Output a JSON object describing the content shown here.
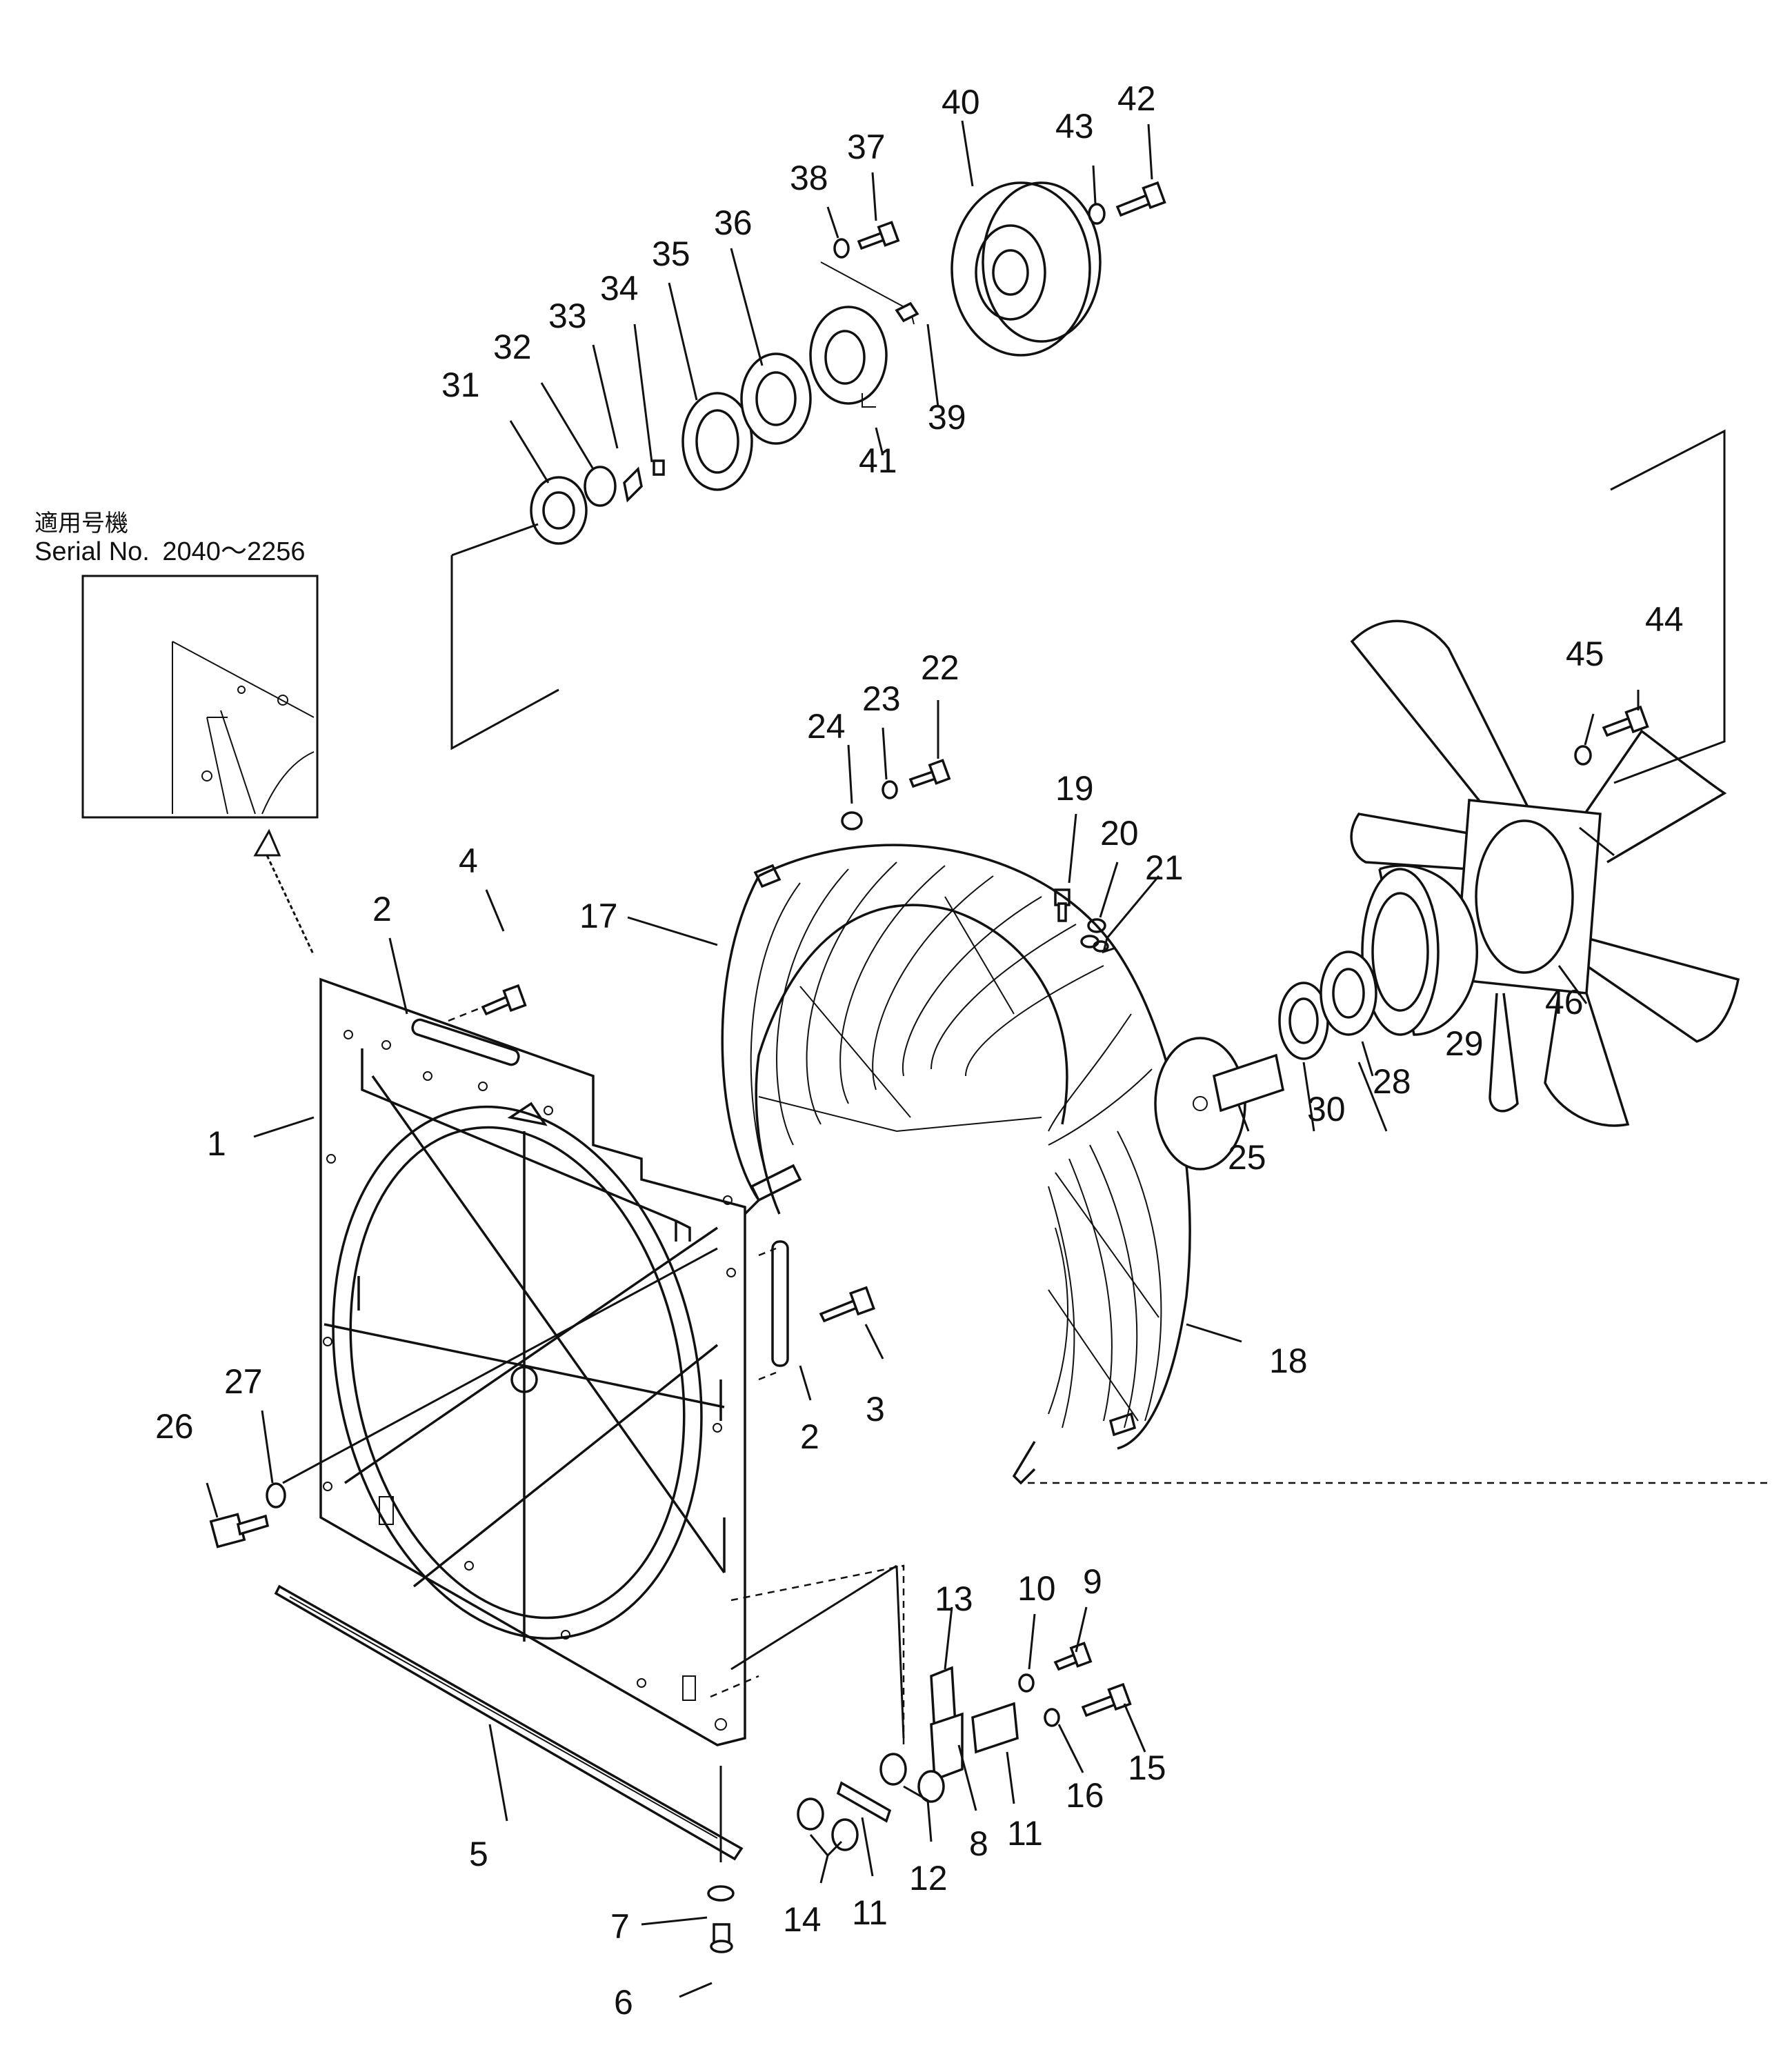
{
  "applicability": {
    "label": "適用号機",
    "serial_prefix": "Serial  No.",
    "serial_range": "2040～2256"
  },
  "callouts": [
    {
      "id": "1",
      "label": "1"
    },
    {
      "id": "2a",
      "label": "2"
    },
    {
      "id": "2b",
      "label": "2"
    },
    {
      "id": "3",
      "label": "3"
    },
    {
      "id": "4",
      "label": "4"
    },
    {
      "id": "5",
      "label": "5"
    },
    {
      "id": "6",
      "label": "6"
    },
    {
      "id": "7",
      "label": "7"
    },
    {
      "id": "8",
      "label": "8"
    },
    {
      "id": "9",
      "label": "9"
    },
    {
      "id": "10",
      "label": "10"
    },
    {
      "id": "11a",
      "label": "11"
    },
    {
      "id": "11b",
      "label": "11"
    },
    {
      "id": "12",
      "label": "12"
    },
    {
      "id": "13",
      "label": "13"
    },
    {
      "id": "14",
      "label": "14"
    },
    {
      "id": "15",
      "label": "15"
    },
    {
      "id": "16",
      "label": "16"
    },
    {
      "id": "17",
      "label": "17"
    },
    {
      "id": "18",
      "label": "18"
    },
    {
      "id": "19",
      "label": "19"
    },
    {
      "id": "20",
      "label": "20"
    },
    {
      "id": "21",
      "label": "21"
    },
    {
      "id": "22",
      "label": "22"
    },
    {
      "id": "23",
      "label": "23"
    },
    {
      "id": "24",
      "label": "24"
    },
    {
      "id": "25",
      "label": "25"
    },
    {
      "id": "26",
      "label": "26"
    },
    {
      "id": "27",
      "label": "27"
    },
    {
      "id": "28",
      "label": "28"
    },
    {
      "id": "29",
      "label": "29"
    },
    {
      "id": "30",
      "label": "30"
    },
    {
      "id": "31",
      "label": "31"
    },
    {
      "id": "32",
      "label": "32"
    },
    {
      "id": "33",
      "label": "33"
    },
    {
      "id": "34",
      "label": "34"
    },
    {
      "id": "35",
      "label": "35"
    },
    {
      "id": "36",
      "label": "36"
    },
    {
      "id": "37",
      "label": "37"
    },
    {
      "id": "38",
      "label": "38"
    },
    {
      "id": "39",
      "label": "39"
    },
    {
      "id": "40",
      "label": "40"
    },
    {
      "id": "41",
      "label": "41"
    },
    {
      "id": "42",
      "label": "42"
    },
    {
      "id": "43",
      "label": "43"
    },
    {
      "id": "44",
      "label": "44"
    },
    {
      "id": "45",
      "label": "45"
    },
    {
      "id": "46",
      "label": "46"
    }
  ]
}
